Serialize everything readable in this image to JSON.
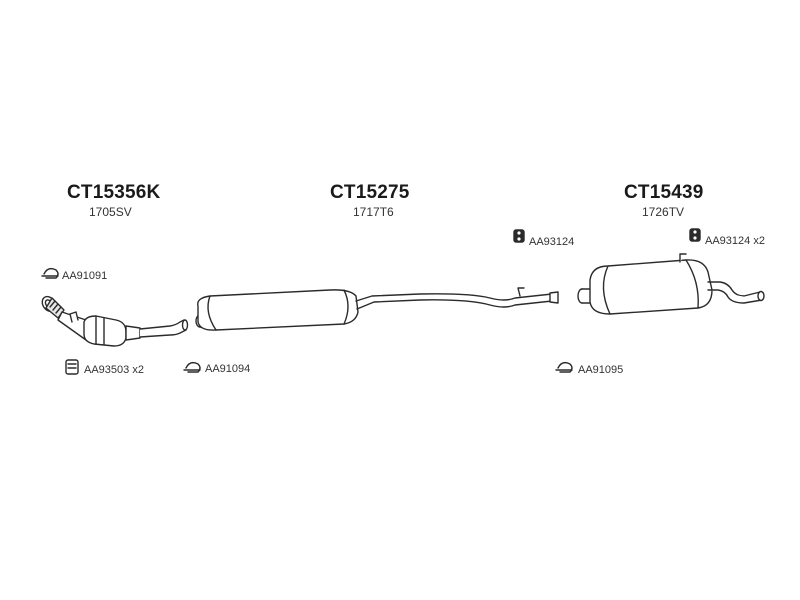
{
  "sections": [
    {
      "code": "CT15356K",
      "sub": "1705SV"
    },
    {
      "code": "CT15275",
      "sub": "1717T6"
    },
    {
      "code": "CT15439",
      "sub": "1726TV"
    }
  ],
  "parts": {
    "clamp_front": "AA91091",
    "mount_cat": "AA93503 x2",
    "clamp_mid": "AA91094",
    "rubber_mid": "AA93124",
    "rubber_rear": "AA93124 x2",
    "clamp_rear": "AA91095"
  },
  "colors": {
    "stroke": "#2b2b2b",
    "fill": "#ffffff",
    "shade": "#e6e6e6"
  }
}
